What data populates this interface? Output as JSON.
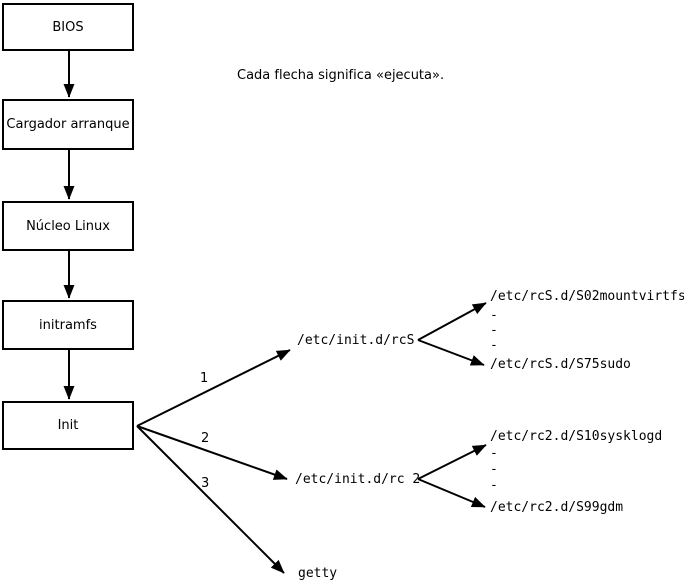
{
  "diagram": {
    "note": "Cada flecha significa «ejecuta».",
    "chain": [
      {
        "label": "BIOS"
      },
      {
        "label": "Cargador arranque"
      },
      {
        "label": "Núcleo Linux"
      },
      {
        "label": "initramfs"
      },
      {
        "label": "Init"
      }
    ],
    "fan": [
      {
        "number": "1",
        "target": "/etc/init.d/rcS"
      },
      {
        "number": "2",
        "target": "/etc/init.d/rc 2"
      },
      {
        "number": "3",
        "target": "getty"
      }
    ],
    "branch_rcS": {
      "top": "/etc/rcS.d/S02mountvirtfs",
      "dots": [
        "-",
        "-",
        "-"
      ],
      "bottom": "/etc/rcS.d/S75sudo"
    },
    "branch_rc2": {
      "top": "/etc/rc2.d/S10sysklogd",
      "dots": [
        "-",
        "-",
        "-"
      ],
      "bottom": "/etc/rc2.d/S99gdm"
    },
    "colors": {
      "background": "#ffffff",
      "line": "#000000",
      "text": "#000000"
    }
  }
}
